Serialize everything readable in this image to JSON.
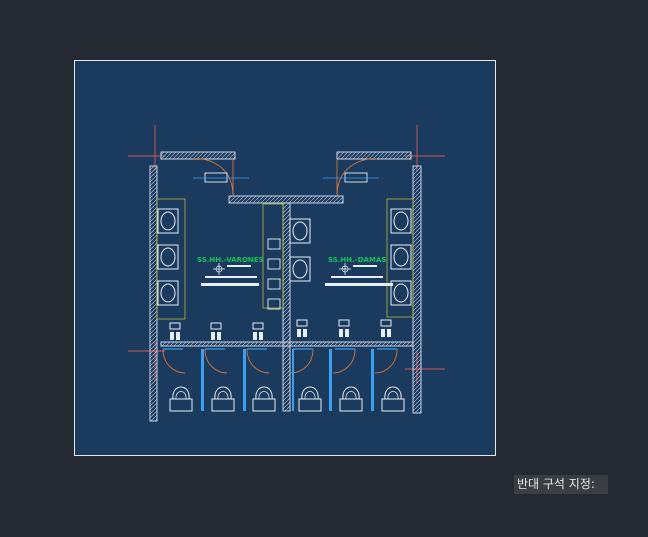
{
  "drawing": {
    "room_label_left": "SS.HH.-VARONES",
    "room_label_right": "SS.HH.-DAMAS"
  },
  "command_line": {
    "prompt": "반대 구석 지정:"
  },
  "colors": {
    "background": "#252a32",
    "viewport_background": "#1b3b5e",
    "wall_line": "#c8d4e6",
    "fixture_line": "#e8eef6",
    "door_arc": "#d4763a",
    "partition_accent": "#3aa0f0",
    "axis_line": "#d05a5a",
    "layer_yellow": "#b8b83a",
    "label_green": "#16c45a"
  }
}
